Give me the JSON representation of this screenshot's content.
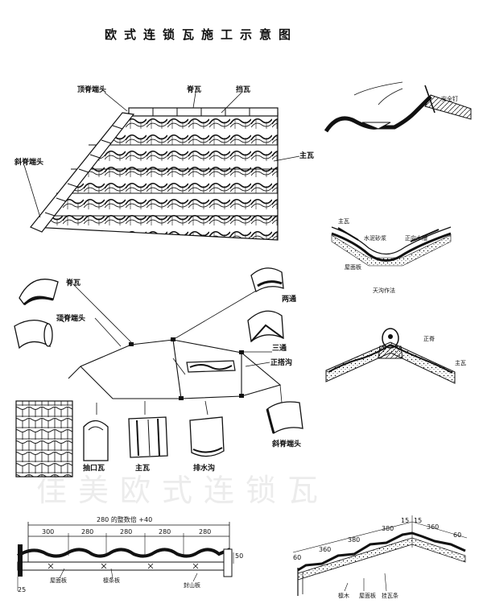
{
  "title": "欧式连锁瓦施工示意图",
  "watermark": "佳美欧式连锁瓦",
  "roof": {
    "labels": {
      "top_ridge_end": "顶脊端头",
      "ridge_tile": "脊瓦",
      "gable_tile": "挡瓦",
      "slant_ridge_end": "斜脊端头",
      "main_tile": "主瓦"
    }
  },
  "detail_nail": {
    "label": "安全钉"
  },
  "detail_valley": {
    "labels": {
      "main_tile": "主瓦",
      "mortar": "水泥砂浆",
      "gutter": "正向水槽",
      "board": "屋面板",
      "caption": "天沟作法"
    }
  },
  "detail_ridge": {
    "labels": {
      "ridge": "正脊",
      "main_tile": "主瓦"
    }
  },
  "components": {
    "labels": {
      "ridge_tile": "脊瓦",
      "two_way": "两通",
      "top_ridge_end": "顶脊端头",
      "three_way": "三通",
      "valley_gutter": "正搭沟",
      "edge_tile": "抽口瓦",
      "main_tile": "主瓦",
      "drain_gutter": "排水沟",
      "slant_ridge_end": "斜脊端头"
    }
  },
  "section_left": {
    "total": "280 的整数倍 +40",
    "spans": [
      "300",
      "280",
      "280",
      "280",
      "280"
    ],
    "right_dim": "50",
    "left_dim": "25",
    "labels": {
      "board": "屋面板",
      "batten": "檩条板",
      "fascia": "封山板"
    }
  },
  "section_right": {
    "dims": [
      "60",
      "360",
      "380",
      "380",
      "15",
      "15",
      "360",
      "60"
    ],
    "labels": {
      "purlin": "檩木",
      "board": "屋面板",
      "batten": "挂瓦条"
    }
  }
}
